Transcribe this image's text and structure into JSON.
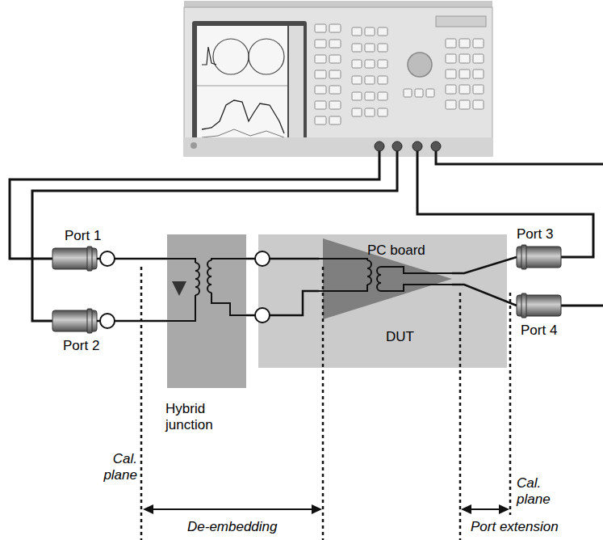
{
  "diagram": {
    "nodes": [
      {
        "text": [
          "Port 1"
        ]
      },
      {
        "text": [
          "Port 2"
        ]
      },
      {
        "text": [
          "Hybrid junction"
        ]
      },
      {
        "text": [
          "PC board"
        ]
      },
      {
        "text": [
          "DUT"
        ],
        "in": 3
      },
      {
        "text": [
          "Port 3"
        ]
      },
      {
        "text": [
          "Port 4"
        ]
      }
    ],
    "edges": [
      {
        "from": 0,
        "to": 2,
        "arrow": "none"
      },
      {
        "from": 1,
        "to": 2,
        "arrow": "none"
      },
      {
        "from": 2,
        "to": 4,
        "arrow": "none"
      },
      {
        "from": 2,
        "to": 4,
        "arrow": "none"
      },
      {
        "from": 4,
        "to": 5,
        "arrow": "none"
      },
      {
        "from": 4,
        "to": 6,
        "arrow": "none"
      }
    ],
    "labels": [
      "Cal. plane",
      "Cal. plane",
      "De-embedding",
      "Port extension"
    ]
  }
}
